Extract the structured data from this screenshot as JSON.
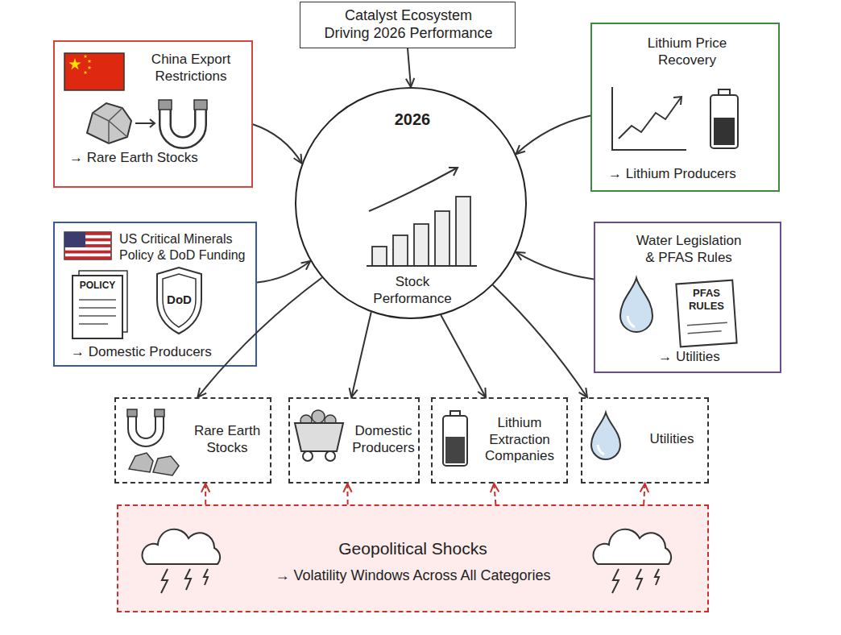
{
  "diagram": {
    "nodes": [
      {
        "text": [
          "Catalyst Ecosystem Driving 2026 Performance"
        ]
      },
      {
        "text": [
          "China Export Restrictions",
          "→ Rare Earth Stocks"
        ]
      },
      {
        "text": [
          "Lithium Price Recovery",
          "→ Lithium Producers"
        ]
      },
      {
        "text": [
          "US Critical Minerals Policy & DoD Funding",
          "→ Domestic Producers"
        ]
      },
      {
        "text": [
          "Water Legislation & PFAS Rules",
          "→ Utilities"
        ]
      },
      {
        "text": [
          "2026",
          "Stock Performance"
        ]
      },
      {
        "text": [
          "Rare Earth Stocks"
        ]
      },
      {
        "text": [
          "Domestic Producers"
        ]
      },
      {
        "text": [
          "Lithium Extraction Companies"
        ]
      },
      {
        "text": [
          "Utilities"
        ]
      },
      {
        "text": [
          "Geopolitical Shocks",
          "→ Volatility Windows Across All Categories"
        ]
      }
    ],
    "edges": [
      {
        "from": 0,
        "to": 5,
        "arrow": "to"
      },
      {
        "from": 1,
        "to": 5,
        "arrow": "to"
      },
      {
        "from": 2,
        "to": 5,
        "arrow": "to"
      },
      {
        "from": 3,
        "to": 5,
        "arrow": "to"
      },
      {
        "from": 4,
        "to": 5,
        "arrow": "to"
      },
      {
        "from": 5,
        "to": 6,
        "arrow": "to"
      },
      {
        "from": 5,
        "to": 7,
        "arrow": "to"
      },
      {
        "from": 5,
        "to": 8,
        "arrow": "to"
      },
      {
        "from": 5,
        "to": 9,
        "arrow": "to"
      },
      {
        "from": 10,
        "to": 6,
        "arrow": "to"
      },
      {
        "from": 10,
        "to": 7,
        "arrow": "to"
      },
      {
        "from": 10,
        "to": 8,
        "arrow": "to"
      },
      {
        "from": 10,
        "to": 9,
        "arrow": "to"
      }
    ],
    "labels": [
      "POLICY",
      "DoD",
      "PFAS RULES"
    ]
  }
}
